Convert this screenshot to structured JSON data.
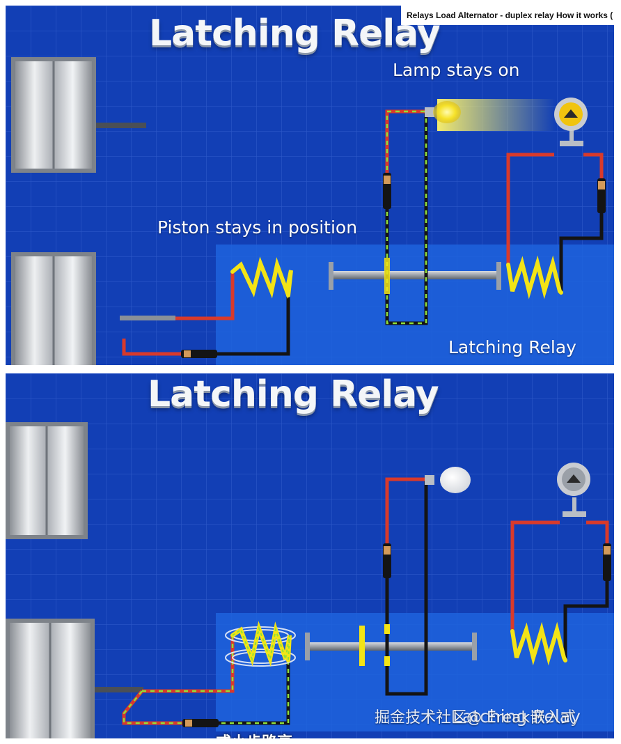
{
  "top_panel": {
    "title": "Latching Relay",
    "labels": {
      "lamp_state": "Lamp stays on",
      "piston_state": "Piston stays in position",
      "relay_name": "Latching Relay"
    },
    "video_tooltip": "Relays Load Alternator - duplex relay How it works    ("
  },
  "bottom_panel": {
    "title": "Latching Relay",
    "labels": {
      "relay_name": "Latching Relay"
    },
    "watermark": "掘金技术社区@ Ereak嵌入式",
    "subtitle_fragment": "或小步路亮"
  },
  "colors": {
    "background": "#123fb5",
    "grid": "#2c58c8",
    "highlight": "#1e63dd",
    "coil": "#f3e416",
    "wire_red": "#d93a2b",
    "wire_black": "#141414",
    "wire_active": "#8fe03a"
  }
}
